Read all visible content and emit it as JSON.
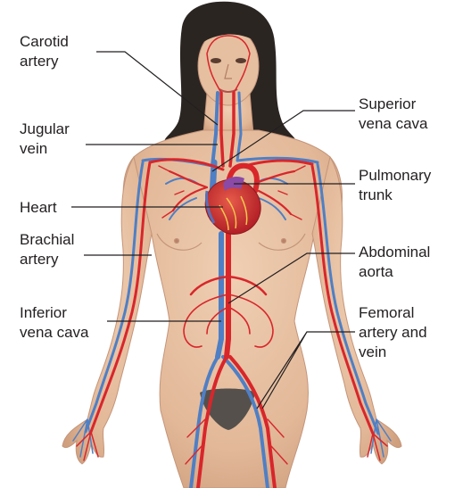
{
  "colors": {
    "background": "#ffffff",
    "skin": "#e7c2a3",
    "skin_shadow": "#c99878",
    "hair": "#2b2522",
    "artery": "#d8262b",
    "vein": "#4f7fc4",
    "heart": "#c9272d",
    "heart_vessel_purple": "#8a4aa6",
    "pubic_hair": "#55504c",
    "leader_line": "#231f20",
    "label_text": "#231f20"
  },
  "labels": {
    "carotid_artery": "Carotid\nartery",
    "jugular_vein": "Jugular\nvein",
    "heart": "Heart",
    "brachial_artery": "Brachial\nartery",
    "inferior_vena_cava": "Inferior\nvena cava",
    "superior_vena_cava": "Superior\nvena cava",
    "pulmonary_trunk": "Pulmonary\ntrunk",
    "abdominal_aorta": "Abdominal\naorta",
    "femoral_artery_and_vein": "Femoral\nartery and\nvein"
  }
}
